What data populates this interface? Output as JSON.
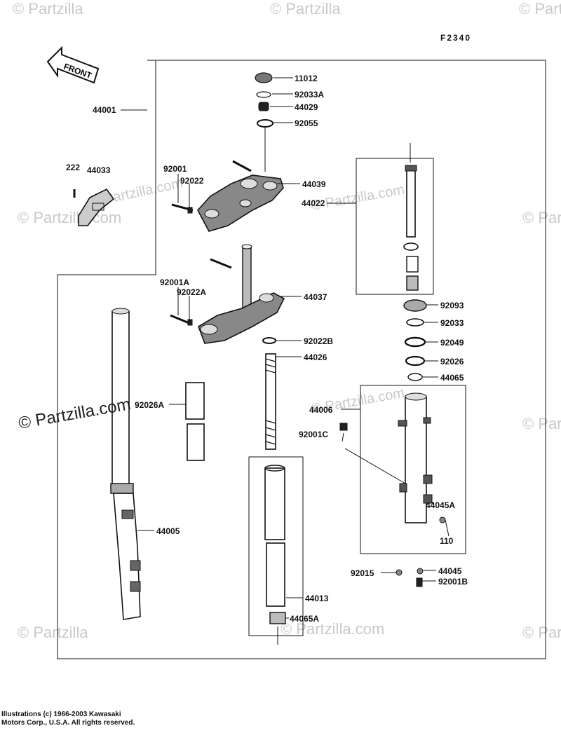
{
  "diagram_code": "F2340",
  "front_label": "FRONT",
  "watermark": "© Partzilla.com",
  "watermark_short": "© Partzilla",
  "copyright": {
    "line1": "Illustrations (c) 1966-2003 Kawasaki",
    "line2": "Motors Corp., U.S.A.  All rights reserved."
  },
  "part_labels": {
    "p11012": "11012",
    "p92033A": "92033A",
    "p44029": "44029",
    "p92055": "92055",
    "p44001": "44001",
    "p222": "222",
    "p44033": "44033",
    "p92001": "92001",
    "p92022": "92022",
    "p44039": "44039",
    "p44022": "44022",
    "p92001A": "92001A",
    "p92022A": "92022A",
    "p44037": "44037",
    "p92093": "92093",
    "p92033": "92033",
    "p92022B": "92022B",
    "p92049": "92049",
    "p44026": "44026",
    "p92026": "92026",
    "p44065": "44065",
    "p92026A": "92026A",
    "p44006": "44006",
    "p92001C": "92001C",
    "p44045A": "44045A",
    "p44005": "44005",
    "p110": "110",
    "p92015": "92015",
    "p44045": "44045",
    "p92001B": "92001B",
    "p44013": "44013",
    "p44065A": "44065A"
  }
}
